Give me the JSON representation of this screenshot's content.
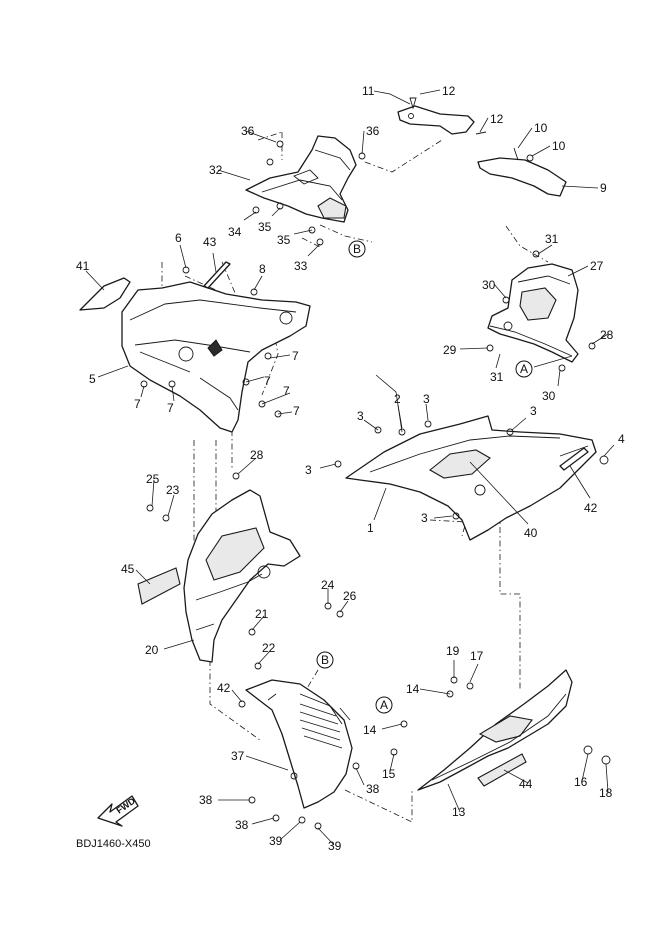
{
  "diagram": {
    "code": "BDJ1460-X450",
    "fwd_label": "FWD",
    "ref_markers": [
      "A",
      "B"
    ],
    "callouts": [
      "1",
      "2",
      "3",
      "4",
      "5",
      "6",
      "7",
      "8",
      "9",
      "10",
      "11",
      "12",
      "13",
      "14",
      "15",
      "16",
      "17",
      "18",
      "19",
      "20",
      "21",
      "22",
      "23",
      "24",
      "25",
      "26",
      "27",
      "28",
      "29",
      "30",
      "31",
      "32",
      "33",
      "34",
      "35",
      "36",
      "37",
      "38",
      "39",
      "40",
      "41",
      "42",
      "43",
      "44",
      "45"
    ]
  }
}
